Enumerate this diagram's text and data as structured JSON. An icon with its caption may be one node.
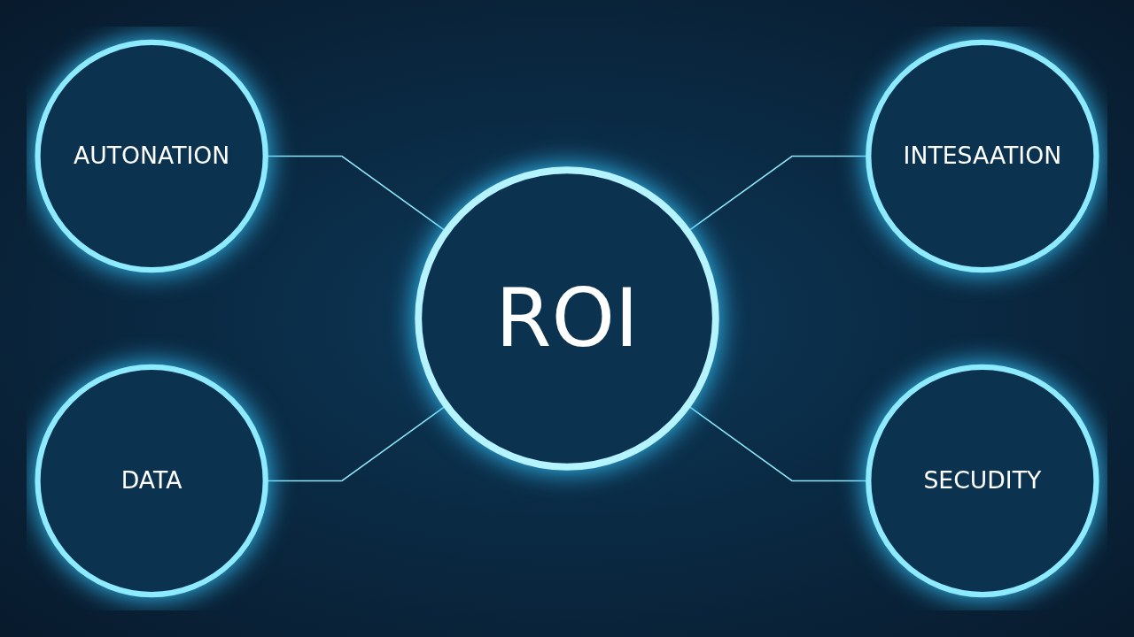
{
  "diagram": {
    "nodes": [
      {
        "text": [
          "AUTONATION"
        ]
      },
      {
        "text": [
          "INTESAATION"
        ]
      },
      {
        "text": [
          "ROI"
        ]
      },
      {
        "text": [
          "DATA"
        ]
      },
      {
        "text": [
          "SECUDITY"
        ]
      }
    ],
    "edges": [
      {
        "from": 0,
        "to": 2,
        "arrow": "none"
      },
      {
        "from": 2,
        "to": 1,
        "arrow": "none"
      },
      {
        "from": 3,
        "to": 2,
        "arrow": "none"
      },
      {
        "from": 2,
        "to": 4,
        "arrow": "none"
      }
    ]
  }
}
